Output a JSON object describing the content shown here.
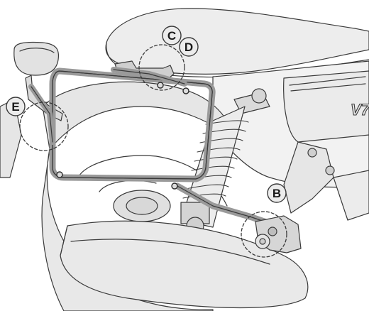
{
  "diagram": {
    "brand_badge": "V7",
    "callouts": [
      {
        "id": "C",
        "label": "C"
      },
      {
        "id": "D",
        "label": "D"
      },
      {
        "id": "E",
        "label": "E"
      },
      {
        "id": "B",
        "label": "B"
      }
    ],
    "colors": {
      "line": "#3a3a3a",
      "body_fill": "#f0f0f0",
      "bike_fill": "#e4e4e4",
      "frame_fill": "#9a9a9a",
      "callout_fill": "#ececec",
      "background": "#ffffff"
    }
  }
}
